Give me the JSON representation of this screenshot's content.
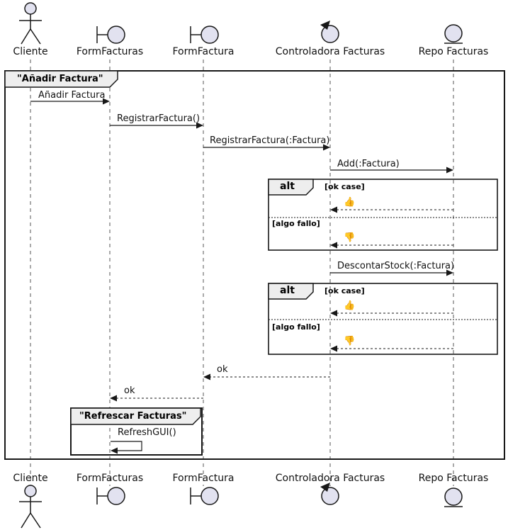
{
  "diagram_type": "UML sequence diagram",
  "frames": {
    "main": {
      "title": "\"Añadir Factura\""
    },
    "refresh": {
      "title": "\"Refrescar Facturas\""
    }
  },
  "participants": [
    {
      "name": "Cliente",
      "type": "actor"
    },
    {
      "name": "FormFacturas",
      "type": "boundary"
    },
    {
      "name": "FormFactura",
      "type": "boundary"
    },
    {
      "name": "Controladora Facturas",
      "type": "control"
    },
    {
      "name": "Repo Facturas",
      "type": "entity"
    }
  ],
  "fragments": [
    {
      "operator": "alt",
      "guard_ok": "[ok case]",
      "guard_fail": "[algo fallo]"
    },
    {
      "operator": "alt",
      "guard_ok": "[ok case]",
      "guard_fail": "[algo fallo]"
    }
  ],
  "messages": [
    {
      "label": "Añadir Factura",
      "from": "Cliente",
      "to": "FormFacturas",
      "style": "solid"
    },
    {
      "label": "RegistrarFactura()",
      "from": "FormFacturas",
      "to": "FormFactura",
      "style": "solid"
    },
    {
      "label": "RegistrarFactura(:Factura)",
      "from": "FormFactura",
      "to": "Controladora Facturas",
      "style": "solid"
    },
    {
      "label": "Add(:Factura)",
      "from": "Controladora Facturas",
      "to": "Repo Facturas",
      "style": "solid"
    },
    {
      "label": "👍",
      "from": "Repo Facturas",
      "to": "Controladora Facturas",
      "style": "dashed-return"
    },
    {
      "label": "👎",
      "from": "Repo Facturas",
      "to": "Controladora Facturas",
      "style": "dashed-return"
    },
    {
      "label": "DescontarStock(:Factura)",
      "from": "Controladora Facturas",
      "to": "Repo Facturas",
      "style": "solid"
    },
    {
      "label": "👍",
      "from": "Repo Facturas",
      "to": "Controladora Facturas",
      "style": "dashed-return"
    },
    {
      "label": "👎",
      "from": "Repo Facturas",
      "to": "Controladora Facturas",
      "style": "dashed-return"
    },
    {
      "label": "ok",
      "from": "Controladora Facturas",
      "to": "FormFactura",
      "style": "dashed-return"
    },
    {
      "label": "ok",
      "from": "FormFactura",
      "to": "FormFacturas",
      "style": "dashed-return"
    },
    {
      "label": "RefreshGUI()",
      "from": "FormFacturas",
      "to": "FormFacturas",
      "style": "self"
    }
  ],
  "colors": {
    "participant_fill": "#E2E2F0",
    "frame_label_fill": "#EEEEEE",
    "line": "#181818",
    "background": "#FFFFFF"
  }
}
